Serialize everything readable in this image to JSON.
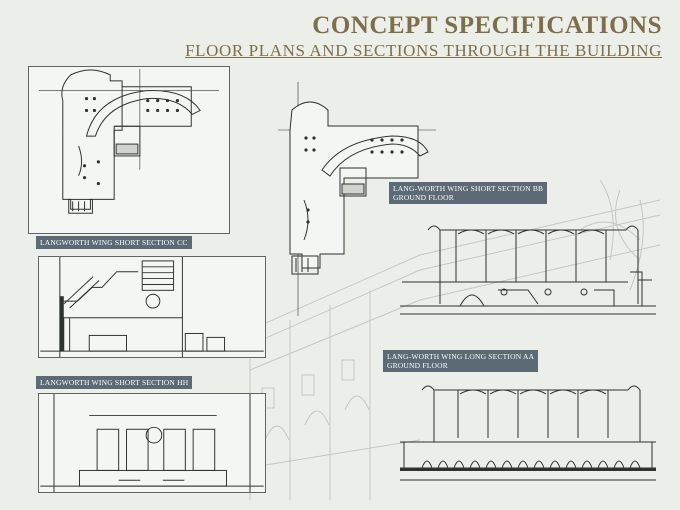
{
  "slide": {
    "title": "CONCEPT SPECIFICATIONS",
    "subtitle": "FLOOR PLANS AND SECTIONS THROUGH THE BUILDING"
  },
  "labels": {
    "section_cc": "LANGWORTH WING SHORT SECTION CC",
    "section_bb_line1": "LANG-WORTH WING SHORT SECTION BB",
    "section_bb_line2": "GROUND FLOOR",
    "section_aa_line1": "LANG-WORTH WING LONG SECTION AA",
    "section_aa_line2": "GROUND FLOOR",
    "section_hh": "LANGWORTH WING SHORT SECTION HH"
  },
  "colors": {
    "title": "#7d6f4a",
    "label_bg": "#5b6a74",
    "line": "#2d3330",
    "background": "#eceeea"
  }
}
